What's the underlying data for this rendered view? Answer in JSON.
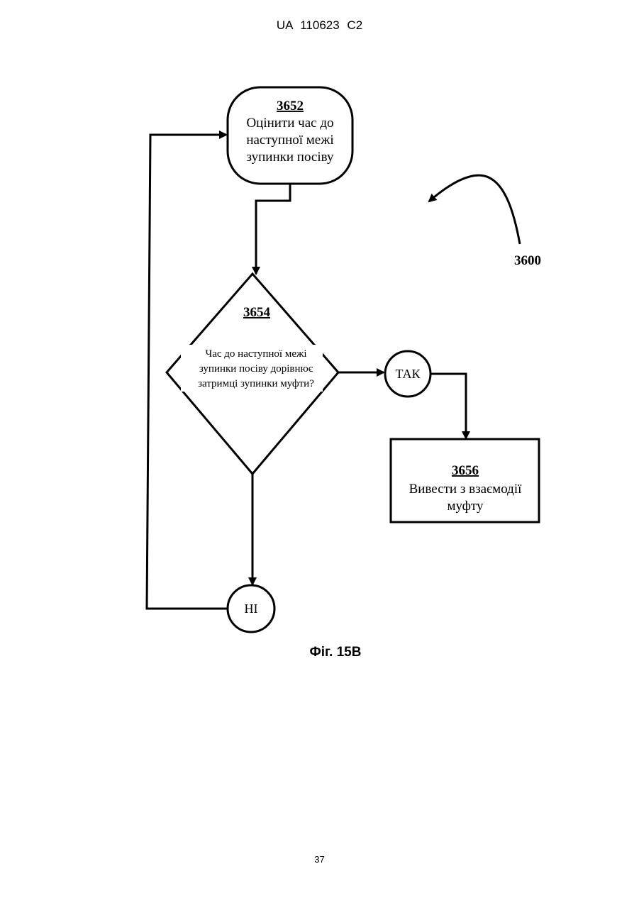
{
  "header": {
    "patent_number": "UA   110623   C2"
  },
  "flowchart": {
    "figure_ref": "3600",
    "nodes": {
      "estimate": {
        "id": "3652",
        "lines": [
          "Оцінити час до",
          "наступної межі",
          "зупинки посіву"
        ]
      },
      "decision": {
        "id": "3654",
        "lines": [
          "Час до наступної межі",
          "зупинки посіву дорівнює",
          "затримці зупинки муфти?"
        ]
      },
      "disengage": {
        "id": "3656",
        "lines": [
          "Вивести з взаємодії",
          "муфту"
        ]
      },
      "yes": {
        "label": "ТАК"
      },
      "no": {
        "label": "НІ"
      }
    }
  },
  "caption": "Фіг. 15В",
  "footer": {
    "page_number": "37"
  }
}
